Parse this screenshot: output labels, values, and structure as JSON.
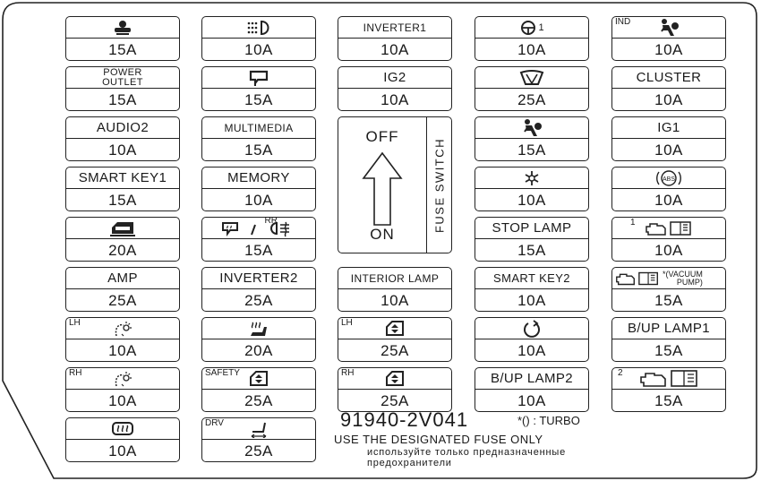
{
  "fuses": {
    "c1": [
      {
        "label": "",
        "icon": "heated-steering-icon",
        "amp": "15A"
      },
      {
        "label": "POWER OUTLET",
        "line1": "POWER",
        "line2": "OUTLET",
        "amp": "15A"
      },
      {
        "label": "AUDIO2",
        "amp": "10A"
      },
      {
        "label": "SMART KEY1",
        "amp": "15A"
      },
      {
        "label": "",
        "icon": "door-lock-icon",
        "amp": "20A"
      },
      {
        "label": "AMP",
        "amp": "25A"
      },
      {
        "tag": "LH",
        "icon": "seat-heater-icon",
        "amp": "10A"
      },
      {
        "tag": "RH",
        "icon": "seat-heater-icon",
        "amp": "10A"
      },
      {
        "label": "",
        "icon": "rear-defogger-icon",
        "amp": "10A"
      }
    ],
    "c2": [
      {
        "label": "",
        "icon": "fog-lamp-icon",
        "amp": "10A"
      },
      {
        "label": "",
        "icon": "mirror-icon",
        "amp": "15A"
      },
      {
        "label": "MULTIMEDIA",
        "amp": "15A"
      },
      {
        "label": "MEMORY",
        "amp": "10A"
      },
      {
        "label": "",
        "icon": "mirror-defrost-icon",
        "sup": "RR",
        "amp": "15A"
      },
      {
        "label": "INVERTER2",
        "amp": "25A"
      },
      {
        "label": "",
        "icon": "seat-warmer-icon",
        "amp": "20A"
      },
      {
        "tag": "SAFETY",
        "icon": "power-window-icon",
        "amp": "25A"
      },
      {
        "tag": "DRV",
        "icon": "power-seat-icon",
        "amp": "25A"
      }
    ],
    "c3": [
      {
        "label": "INVERTER1",
        "amp": "10A"
      },
      {
        "label": "IG2",
        "amp": "10A"
      },
      {
        "label": "INTERIOR LAMP",
        "amp": "10A"
      },
      {
        "tag": "LH",
        "icon": "power-window-icon",
        "amp": "25A"
      },
      {
        "tag": "RH",
        "icon": "power-window-icon",
        "amp": "25A"
      }
    ],
    "c4": [
      {
        "label": "",
        "icon": "steering-icon",
        "suffix": "1",
        "amp": "10A"
      },
      {
        "label": "",
        "icon": "wiper-icon",
        "amp": "25A"
      },
      {
        "label": "",
        "icon": "airbag-icon",
        "amp": "15A"
      },
      {
        "label": "",
        "icon": "ac-icon",
        "amp": "10A"
      },
      {
        "label": "STOP LAMP",
        "amp": "15A"
      },
      {
        "label": "SMART KEY2",
        "amp": "10A"
      },
      {
        "label": "",
        "icon": "start-icon",
        "amp": "10A"
      },
      {
        "label": "B/UP LAMP2",
        "amp": "10A"
      }
    ],
    "c5": [
      {
        "tag": "IND",
        "icon": "airbag-icon",
        "amp": "10A"
      },
      {
        "label": "CLUSTER",
        "amp": "10A"
      },
      {
        "label": "IG1",
        "amp": "10A"
      },
      {
        "label": "",
        "icon": "abs-icon",
        "text": "ABS",
        "amp": "10A"
      },
      {
        "tag": "1",
        "icon": "engine-book-icon",
        "amp": "10A"
      },
      {
        "icon": "engine-book-icon",
        "extra1": "*(VACUUM",
        "extra2": "PUMP)",
        "amp": "15A"
      },
      {
        "label": "B/UP LAMP1",
        "amp": "15A"
      },
      {
        "tag": "2",
        "icon": "engine-book-icon",
        "amp": "15A"
      }
    ]
  },
  "switch": {
    "off": "OFF",
    "on": "ON",
    "title": "FUSE SWITCH"
  },
  "footer": {
    "part_no": "91940-2V041",
    "turbo": "*() : TURBO",
    "note": "USE THE DESIGNATED FUSE ONLY",
    "ru1": "используйте только предназначенные",
    "ru2": "предохранители"
  }
}
